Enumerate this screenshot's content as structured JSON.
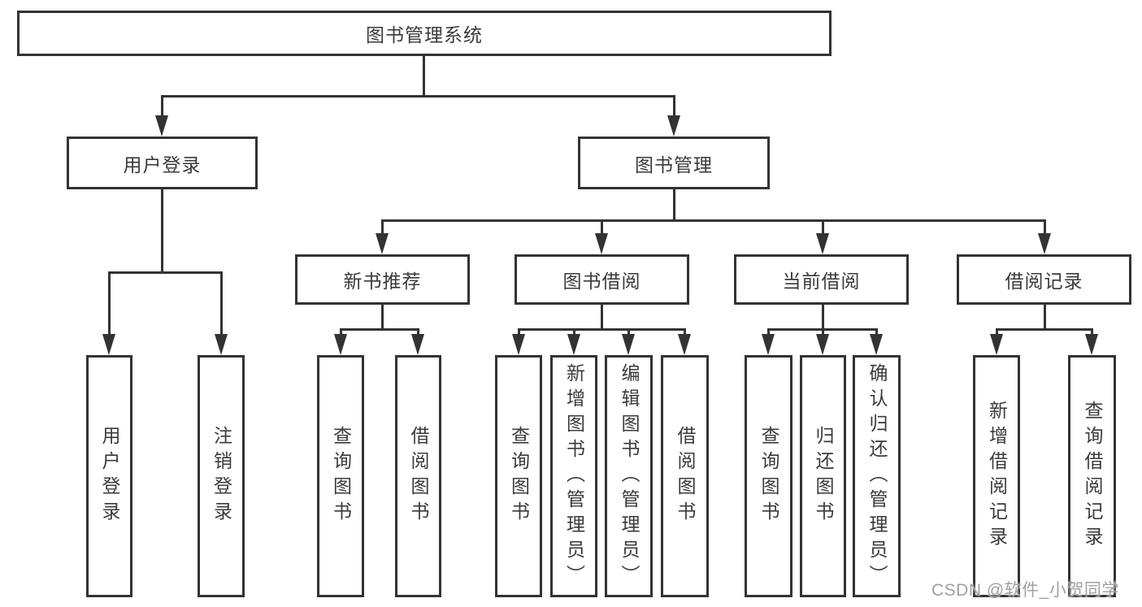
{
  "tree": {
    "label": "图书管理系统",
    "children": [
      {
        "label": "用户登录",
        "children": [
          {
            "label": "用户登录"
          },
          {
            "label": "注销登录"
          }
        ]
      },
      {
        "label": "图书管理",
        "children": [
          {
            "label": "新书推荐",
            "children": [
              {
                "label": "查询图书"
              },
              {
                "label": "借阅图书"
              }
            ]
          },
          {
            "label": "图书借阅",
            "children": [
              {
                "label": "查询图书"
              },
              {
                "label": "新增图书（管理员）"
              },
              {
                "label": "编辑图书（管理员）"
              },
              {
                "label": "借阅图书"
              }
            ]
          },
          {
            "label": "当前借阅",
            "children": [
              {
                "label": "查询图书"
              },
              {
                "label": "归还图书"
              },
              {
                "label": "确认归还（管理员）"
              }
            ]
          },
          {
            "label": "借阅记录",
            "children": [
              {
                "label": "新增借阅记录"
              },
              {
                "label": "查询借阅记录"
              }
            ]
          }
        ]
      }
    ]
  },
  "watermark": {
    "text": "CSDN @软件_小贺同学"
  },
  "colors": {
    "line": "#333333",
    "text": "#3a3a3a",
    "box_fill": "#ffffff",
    "background": "#ffffff",
    "watermark": "#a0a0a0"
  }
}
